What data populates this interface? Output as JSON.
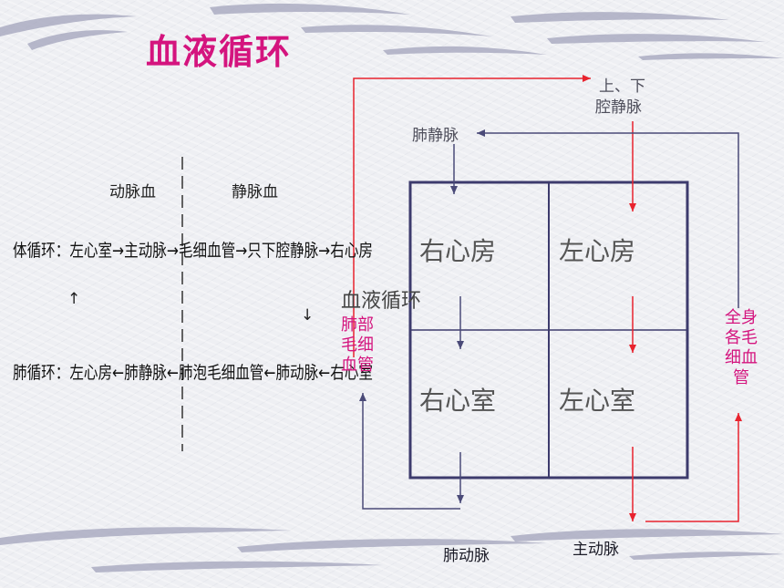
{
  "title": "血液循环",
  "left_notes": {
    "arterial_label": "动脉血",
    "venous_label": "静脉血",
    "systemic_row": "体循环：左心室→主动脉→毛细血管→只下腔静脉→右心房",
    "pulmonary_row": "肺循环：左心房←肺静脉←肺泡毛细血管←肺动脉←右心室",
    "up_arrow": "↑",
    "down_arrow": "↓"
  },
  "diagram": {
    "caption": "血液循环",
    "chambers": {
      "right_atrium": "右心房",
      "left_atrium": "左心房",
      "right_ventricle": "右心室",
      "left_ventricle": "左心室"
    },
    "vessels": {
      "vena_cava_line1": "上、下",
      "vena_cava_line2": "腔静脉",
      "pulmonary_vein": "肺静脉",
      "pulmonary_artery": "肺动脉",
      "aorta": "主动脉"
    },
    "capillaries": {
      "lung_lines": [
        "肺部",
        "毛细",
        "血管"
      ],
      "body_lines": [
        "全身",
        "各毛",
        "细血",
        "管"
      ]
    }
  },
  "colors": {
    "title": "#d4147e",
    "arterial_arrow": "#e8232e",
    "venous_arrow": "#4a4a78",
    "capillary_label": "#d4147e",
    "heart_box": "#3d3b6d"
  }
}
